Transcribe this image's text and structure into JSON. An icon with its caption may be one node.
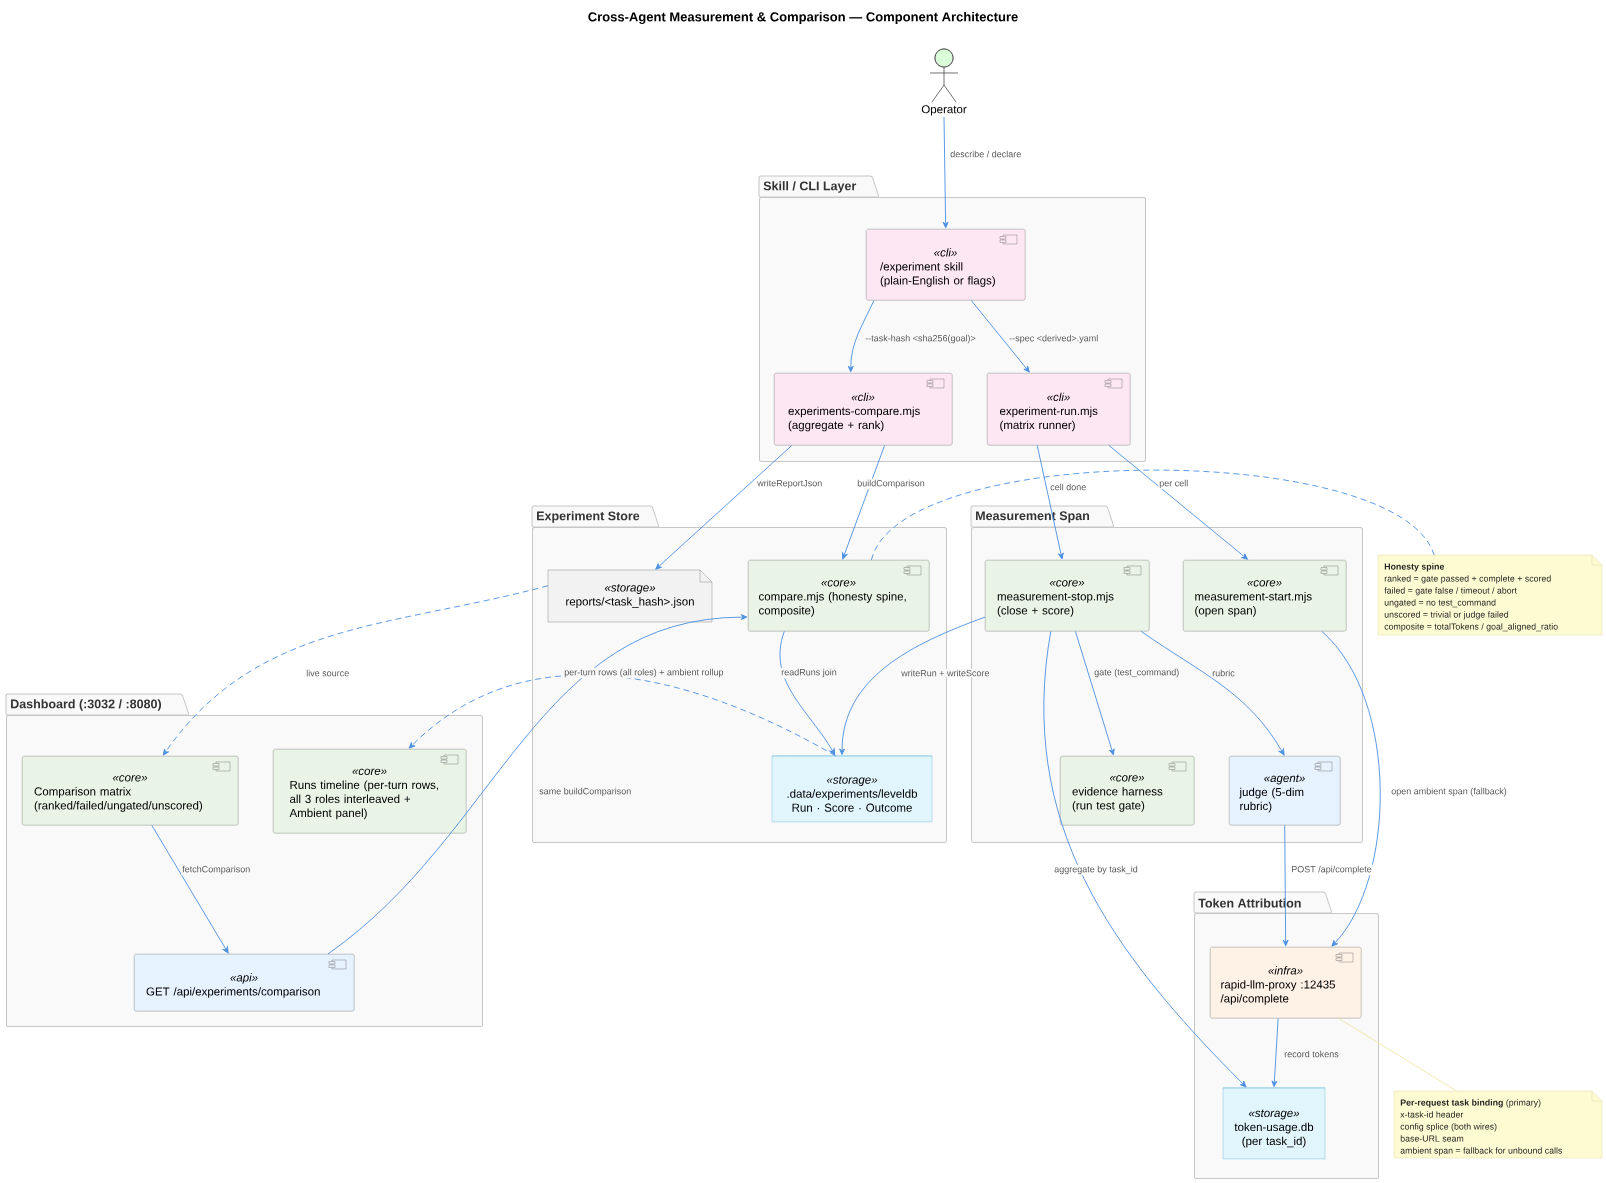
{
  "diagram": {
    "title": "Cross-Agent Measurement & Comparison — Component Architecture",
    "nodes": [
      {
        "text": [
          "Operator"
        ]
      },
      {
        "text": [
          "Skill / CLI Layer"
        ]
      },
      {
        "text": [
          "«cli»",
          "/experiment skill (plain-English or flags)"
        ],
        "in": 1
      },
      {
        "text": [
          "«cli»",
          "experiments-compare.mjs (aggregate + rank)"
        ],
        "in": 1
      },
      {
        "text": [
          "«cli»",
          "experiment-run.mjs (matrix runner)"
        ],
        "in": 1
      },
      {
        "text": [
          "Experiment Store"
        ]
      },
      {
        "text": [
          "«storage»",
          "reports/<task_hash>.json"
        ],
        "in": 5
      },
      {
        "text": [
          "«core»",
          "compare.mjs (honesty spine, composite)"
        ],
        "in": 5
      },
      {
        "text": [
          "«storage»",
          ".data/experiments/leveldb Run · Score · Outcome"
        ],
        "in": 5
      },
      {
        "text": [
          "Measurement Span"
        ]
      },
      {
        "text": [
          "«core»",
          "measurement-stop.mjs (close + score)"
        ],
        "in": 9
      },
      {
        "text": [
          "«core»",
          "measurement-start.mjs (open span)"
        ],
        "in": 9
      },
      {
        "text": [
          "«core»",
          "evidence harness (run test gate)"
        ],
        "in": 9
      },
      {
        "text": [
          "«agent»",
          "judge (5-dim rubric)"
        ],
        "in": 9
      },
      {
        "text": [
          "Dashboard (:3032 / :8080)"
        ]
      },
      {
        "text": [
          "«core»",
          "Comparison matrix (ranked/failed/ungated/unscored)"
        ],
        "in": 14
      },
      {
        "text": [
          "«core»",
          "Runs timeline (per-turn rows, all 3 roles interleaved + Ambient panel)"
        ],
        "in": 14
      },
      {
        "text": [
          "«api»",
          "GET /api/experiments/comparison"
        ],
        "in": 14
      },
      {
        "text": [
          "Token Attribution"
        ]
      },
      {
        "text": [
          "«infra»",
          "rapid-llm-proxy :12435 /api/complete"
        ],
        "in": 18
      },
      {
        "text": [
          "«storage»",
          "token-usage.db (per task_id)"
        ],
        "in": 18
      },
      {
        "text": [
          "Honesty spine",
          "ranked = gate passed + complete + scored",
          "failed = gate false / timeout / abort",
          "ungated = no test_command",
          "unscored = trivial or judge failed",
          "composite = totalTokens / goal_aligned_ratio"
        ]
      },
      {
        "text": [
          "**Per-request task binding** (primary)",
          "x-task-id header",
          "config splice (both wires)",
          "base-URL seam",
          "ambient span = fallback for unbound calls"
        ]
      }
    ],
    "edges": [
      {
        "from": 0,
        "to": 2,
        "arrow": "to",
        "label": "describe / declare"
      },
      {
        "from": 2,
        "to": 3,
        "arrow": "to",
        "label": "--task-hash <sha256(goal)>"
      },
      {
        "from": 2,
        "to": 4,
        "arrow": "to",
        "label": "--spec <derived>.yaml"
      },
      {
        "from": 3,
        "to": 6,
        "arrow": "to",
        "label": "writeReportJson"
      },
      {
        "from": 3,
        "to": 7,
        "arrow": "to",
        "label": "buildComparison"
      },
      {
        "from": 4,
        "to": 10,
        "arrow": "to",
        "label": "cell done"
      },
      {
        "from": 4,
        "to": 11,
        "arrow": "to",
        "label": "per cell"
      },
      {
        "from": 7,
        "to": 21,
        "arrow": "none",
        "style": "dashed"
      },
      {
        "from": 6,
        "to": 15,
        "arrow": "to",
        "style": "dashed",
        "label": "live source"
      },
      {
        "from": 8,
        "to": 16,
        "arrow": "to",
        "style": "dashed",
        "label": "per-turn rows (all roles) + ambient rollup"
      },
      {
        "from": 7,
        "to": 8,
        "arrow": "to",
        "label": "readRuns join"
      },
      {
        "from": 10,
        "to": 8,
        "arrow": "to",
        "label": "writeRun + writeScore"
      },
      {
        "from": 10,
        "to": 12,
        "arrow": "to",
        "label": "gate (test_command)"
      },
      {
        "from": 10,
        "to": 13,
        "arrow": "to",
        "label": "rubric"
      },
      {
        "from": 10,
        "to": 20,
        "arrow": "to",
        "label": "aggregate by task_id"
      },
      {
        "from": 11,
        "to": 19,
        "arrow": "to",
        "label": "open ambient span (fallback)"
      },
      {
        "from": 15,
        "to": 17,
        "arrow": "to",
        "label": "fetchComparison"
      },
      {
        "from": 17,
        "to": 7,
        "arrow": "to",
        "label": "same buildComparison"
      },
      {
        "from": 13,
        "to": 19,
        "arrow": "to",
        "label": "POST /api/complete"
      },
      {
        "from": 19,
        "to": 20,
        "arrow": "to",
        "label": "record tokens"
      },
      {
        "from": 19,
        "to": 22,
        "arrow": "none",
        "color": "#eee7a8"
      }
    ]
  }
}
